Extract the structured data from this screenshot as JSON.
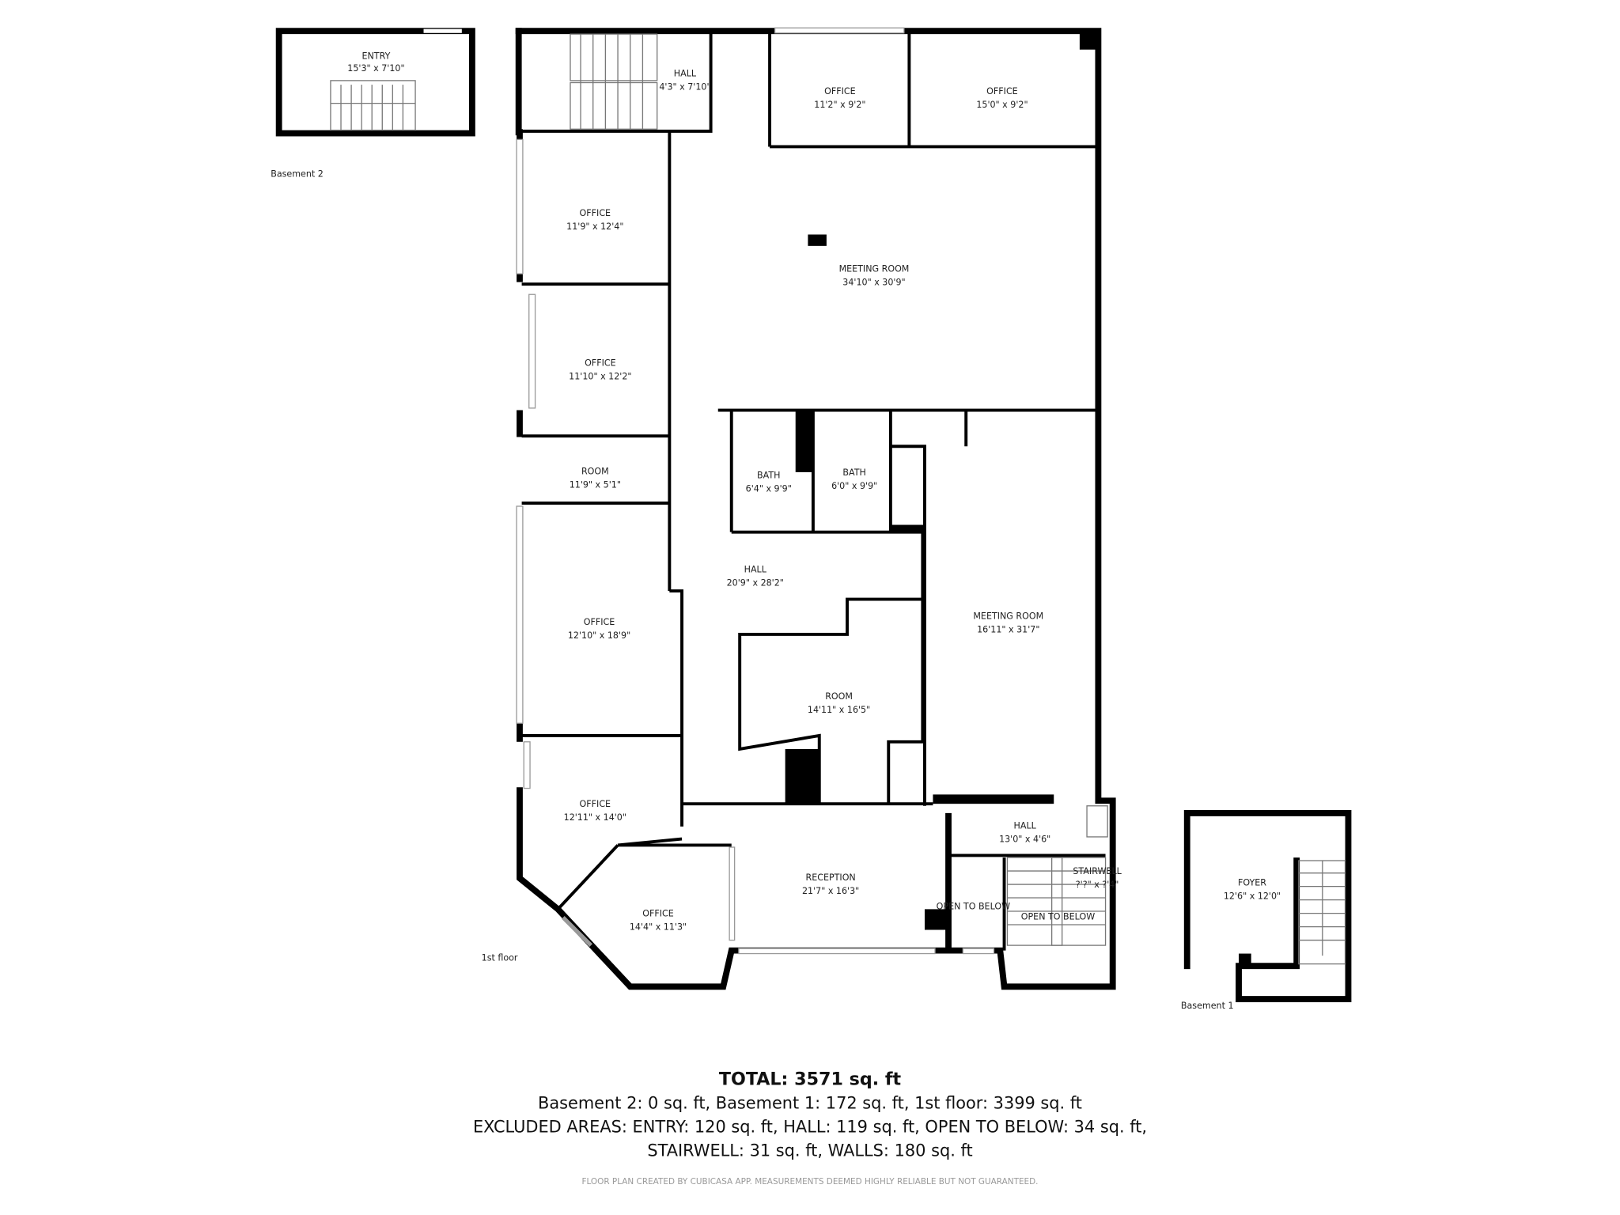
{
  "floors": {
    "basement2": "Basement 2",
    "basement1": "Basement 1",
    "first": "1st floor"
  },
  "rooms": [
    {
      "name": "ENTRY",
      "dims": "15'3\" x 7'10\""
    },
    {
      "name": "HALL",
      "dims": "4'3\" x 7'10\""
    },
    {
      "name": "OFFICE",
      "dims": "11'2\" x 9'2\""
    },
    {
      "name": "OFFICE",
      "dims": "15'0\" x 9'2\""
    },
    {
      "name": "OFFICE",
      "dims": "11'9\" x 12'4\""
    },
    {
      "name": "MEETING ROOM",
      "dims": "34'10\" x 30'9\""
    },
    {
      "name": "OFFICE",
      "dims": "11'10\" x 12'2\""
    },
    {
      "name": "ROOM",
      "dims": "11'9\" x 5'1\""
    },
    {
      "name": "BATH",
      "dims": "6'4\" x 9'9\""
    },
    {
      "name": "BATH",
      "dims": "6'0\" x 9'9\""
    },
    {
      "name": "HALL",
      "dims": "20'9\" x 28'2\""
    },
    {
      "name": "OFFICE",
      "dims": "12'10\" x 18'9\""
    },
    {
      "name": "MEETING ROOM",
      "dims": "16'11\" x 31'7\""
    },
    {
      "name": "ROOM",
      "dims": "14'11\" x 16'5\""
    },
    {
      "name": "OFFICE",
      "dims": "12'11\" x 14'0\""
    },
    {
      "name": "HALL",
      "dims": "13'0\" x 4'6\""
    },
    {
      "name": "RECEPTION",
      "dims": "21'7\" x 16'3\""
    },
    {
      "name": "OFFICE",
      "dims": "14'4\" x 11'3\""
    },
    {
      "name": "OPEN TO BELOW",
      "dims": ""
    },
    {
      "name": "OPEN TO BELOW",
      "dims": ""
    },
    {
      "name": "STAIRWELL",
      "dims": "?'?\" x ?'4\""
    },
    {
      "name": "FOYER",
      "dims": "12'6\" x 12'0\""
    }
  ],
  "summary": {
    "total": "TOTAL: 3571 sq. ft",
    "line1": "Basement 2: 0 sq. ft, Basement 1: 172 sq. ft, 1st floor: 3399 sq. ft",
    "line2": "EXCLUDED AREAS: ENTRY: 120 sq. ft, HALL: 119 sq. ft, OPEN TO BELOW: 34 sq. ft,",
    "line3": "STAIRWELL: 31 sq. ft, WALLS: 180 sq. ft",
    "disclaimer": "FLOOR PLAN CREATED BY CUBICASA APP. MEASUREMENTS DEEMED HIGHLY RELIABLE BUT NOT GUARANTEED."
  }
}
